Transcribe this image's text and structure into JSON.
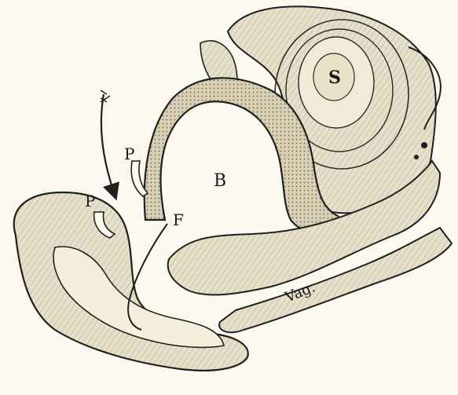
{
  "figure": {
    "palette": {
      "paper": "#fbf8ef",
      "ink": "#1f1f1f",
      "tissue": "#e6dfc9",
      "tissue_dark": "#cfc5a7",
      "cavity": "#fbf8ef"
    },
    "labels": {
      "s": "S",
      "b": "B",
      "p_upper": "P",
      "p_lower": "P",
      "f": "F",
      "vag": "Vag."
    },
    "annotations": {
      "arrow": "curved-down-arrow",
      "instrument": "catheter-line"
    }
  }
}
